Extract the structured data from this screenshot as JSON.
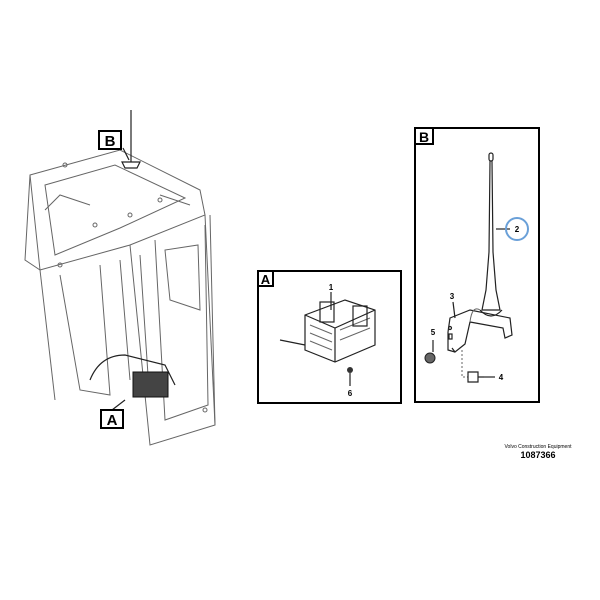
{
  "callouts": {
    "overview_b": "B",
    "overview_a": "A",
    "detail_a_title": "A",
    "detail_b_title": "B"
  },
  "parts": {
    "p1": "1",
    "p2": "2",
    "p3": "3",
    "p4": "4",
    "p5": "5",
    "p6": "6"
  },
  "highlight_color": "#6aa0d8",
  "footer": {
    "brand": "Volvo Construction Equipment",
    "drawing_number": "1087366"
  }
}
